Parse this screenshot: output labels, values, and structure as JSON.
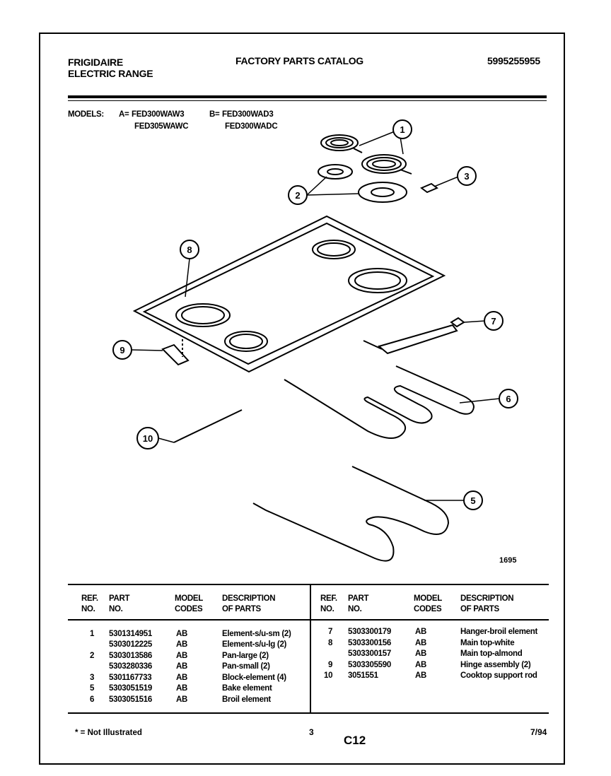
{
  "header": {
    "brand": "FRIGIDAIRE",
    "product": "ELECTRIC RANGE",
    "catalog_title": "FACTORY PARTS CATALOG",
    "catalog_number": "5995255955"
  },
  "models": {
    "label": "MODELS:",
    "a_prefix": "A=",
    "a1": "FED300WAW3",
    "a2": "FED305WAWC",
    "b_prefix": "B=",
    "b1": "FED300WAD3",
    "b2": "FED300WADC"
  },
  "diagram": {
    "callouts": [
      "1",
      "2",
      "3",
      "6",
      "7",
      "8",
      "9",
      "10",
      "5"
    ],
    "figure_number": "1695"
  },
  "table": {
    "headers": {
      "ref": "REF.",
      "no": "NO.",
      "part": "PART",
      "part_no": "NO.",
      "model": "MODEL",
      "codes": "CODES",
      "desc": "DESCRIPTION",
      "of_parts": "OF PARTS"
    },
    "left_rows": [
      {
        "ref": "1",
        "part": "5301314951",
        "codes": "AB",
        "desc": "Element-s/u-sm (2)"
      },
      {
        "ref": "",
        "part": "5303012225",
        "codes": "AB",
        "desc": "Element-s/u-lg (2)"
      },
      {
        "ref": "2",
        "part": "5303013586",
        "codes": "AB",
        "desc": "Pan-large (2)"
      },
      {
        "ref": "",
        "part": "5303280336",
        "codes": "AB",
        "desc": "Pan-small (2)"
      },
      {
        "ref": "3",
        "part": "5301167733",
        "codes": "AB",
        "desc": "Block-element (4)"
      },
      {
        "ref": "5",
        "part": "5303051519",
        "codes": "AB",
        "desc": "Bake element"
      },
      {
        "ref": "6",
        "part": "5303051516",
        "codes": "AB",
        "desc": "Broil element"
      }
    ],
    "right_rows": [
      {
        "ref": "7",
        "part": "5303300179",
        "codes": "AB",
        "desc": "Hanger-broil element"
      },
      {
        "ref": "8",
        "part": "5303300156",
        "codes": "AB",
        "desc": "Main top-white"
      },
      {
        "ref": "",
        "part": "5303300157",
        "codes": "AB",
        "desc": "Main top-almond"
      },
      {
        "ref": "9",
        "part": "5303305590",
        "codes": "AB",
        "desc": "Hinge assembly (2)"
      },
      {
        "ref": "10",
        "part": "3051551",
        "codes": "AB",
        "desc": "Cooktop support rod"
      }
    ]
  },
  "footer": {
    "note": "* = Not Illustrated",
    "page_number": "3",
    "section": "C12",
    "date": "7/94"
  }
}
